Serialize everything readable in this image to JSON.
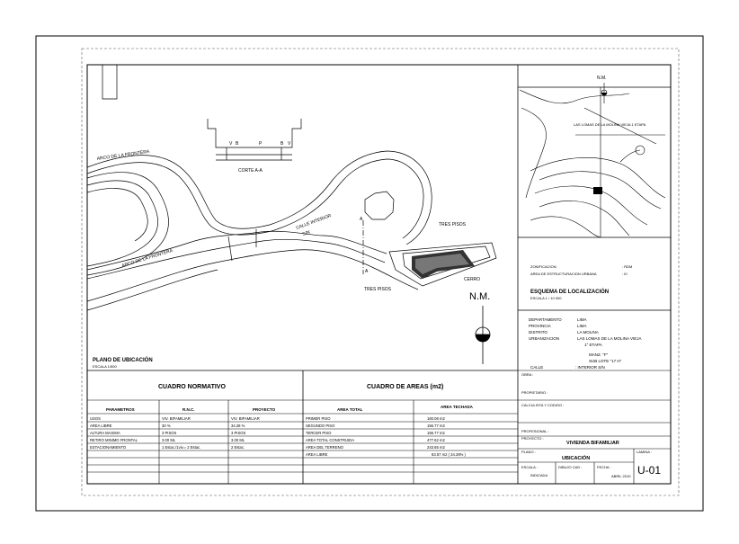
{
  "plan": {
    "street_upper": "ARCO DE LA FRONTERA",
    "street_lower": "ARCO DE LA FRONTERA",
    "section_title": "CORTE A-A",
    "section_labels": [
      "V",
      "B",
      "P",
      "B",
      "V"
    ],
    "calle_label": "CALLE INTERIOR",
    "calle_sub": "S/N",
    "tres_pisos_top": "TRES PISOS",
    "tres_pisos_bottom": "TRES PISOS",
    "cerro": "CERRO",
    "cut_a_top": "A",
    "cut_a_bottom": "A",
    "nm_label": "N.M.",
    "title": "PLANO DE UBICACIÓN",
    "scale": "ESCALA 1/500"
  },
  "key_map": {
    "nm_label": "N.M.",
    "area_label": "LAS LOMAS DE LA MOLINA VIEJA 1 ETAPA",
    "zonificacion_label": "ZONIFICACION",
    "zonificacion_value": ": RDM",
    "estructuracion_label": "AREA DE ESTRUCTURACION URBANA",
    "estructuracion_value": ": III",
    "title": "ESQUEMA DE LOCALIZACIÓN",
    "scale": "ESCALA 1 / 10 000"
  },
  "location": {
    "rows": [
      {
        "label": "DEPARTAMENTO",
        "value": "LIMA"
      },
      {
        "label": "PROVINCIA",
        "value": "LIMA"
      },
      {
        "label": "DISTRITO",
        "value": "LA MOLINA"
      },
      {
        "label": "URBANIZACION",
        "value": "LAS LOMAS DE LA MOLINA VIEJA"
      }
    ],
    "etapa": "1° ETAPA",
    "manzana": "MANZ. \"F\"",
    "lote": "SUB LOTE \"17 H\"",
    "calle_label": "CALLE",
    "calle_value": ": INTERIOR S/N"
  },
  "cuadro_normativo": {
    "title": "CUADRO NORMATIVO",
    "headers": [
      "PARAMETROS",
      "R.N.C.",
      "PROYECTO"
    ],
    "rows": [
      [
        "USOS",
        "VIV. BIFAMILIAR",
        "VIV. BIFAMILIAR"
      ],
      [
        "AREA LIBRE",
        "30 %",
        "34.28 %"
      ],
      [
        "ALTURA MAXIMA",
        "3 PISOS",
        "3 PISOS"
      ],
      [
        "RETIRO MINIMO FRONTAL",
        "3.00 ML",
        "3.00 ML"
      ],
      [
        "ESTACIONAMIENTO",
        "1 Estac./1viv.= 2 Estac.",
        "2 Estac."
      ]
    ]
  },
  "cuadro_areas": {
    "title": "CUADRO DE AREAS (m2)",
    "headers": [
      "AREA TOTAL",
      "AREA TECHADA"
    ],
    "rows": [
      [
        "PRIMER PISO",
        "160.08 m2"
      ],
      [
        "SEGUNDO PISO",
        "156.77 m2"
      ],
      [
        "TERCER PISO",
        "156.77 m2"
      ],
      [
        "AREA TOTAL CONSTRUIDA",
        "477.62 m2"
      ],
      [
        "AREA DEL TERRENO",
        "243.65 m2"
      ],
      [
        "AREA LIBRE",
        "83.57 m2 ( 34.28% )"
      ]
    ]
  },
  "title_block": {
    "obra_label": "OBRA :",
    "propietario_label": "PROPIETARIO :",
    "calculista_label": "CALCULISTA Y CODIGO :",
    "profesional_label": "PROFESIONAL :",
    "proyecto_label": "PROYECTO :",
    "proyecto_value": "VIVIENDA BIFAMILIAR",
    "plano_label": "PLANO :",
    "plano_value": "UBICACIÓN",
    "lamina_label": "LAMINA :",
    "escala_label": "ESCALA :",
    "escala_value": "INDICADA",
    "dibujo_label": "DIBUJO CAD :",
    "fecha_label": "FECHA :",
    "fecha_value": "ABRIL 2010",
    "sheet_number": "U-01"
  }
}
